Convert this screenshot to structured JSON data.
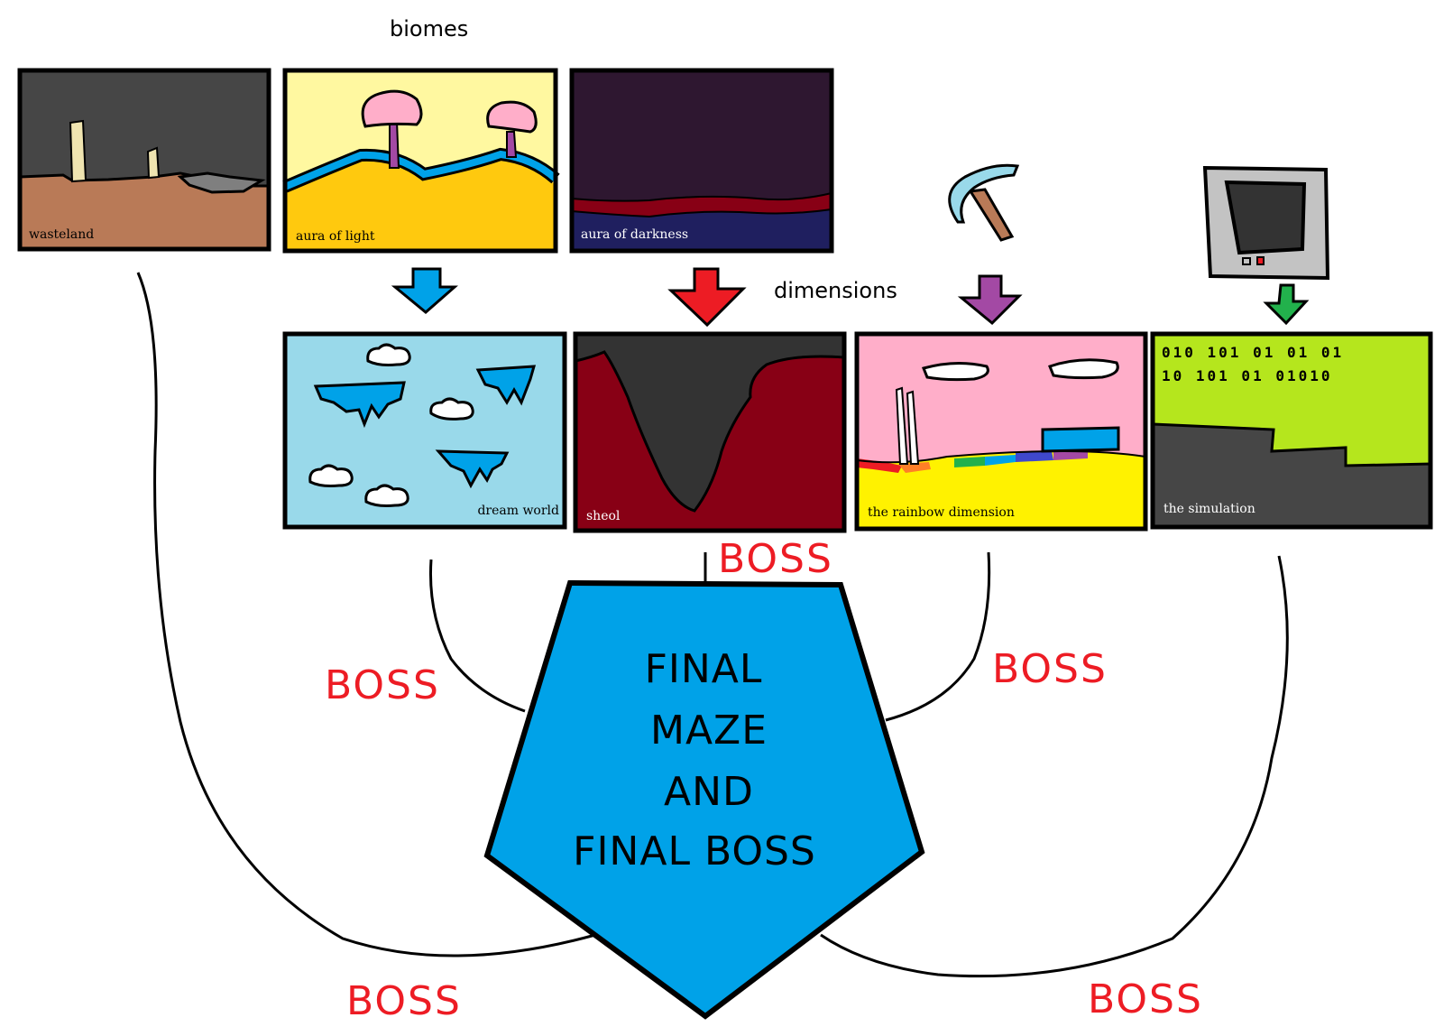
{
  "headings": {
    "biomes": "biomes",
    "dimensions": "dimensions"
  },
  "biomes": [
    {
      "label": "wasteland",
      "sky": "#464646",
      "ground": "#b97a57"
    },
    {
      "label": "aura of light",
      "sky": "#fff8a0",
      "ground": "#ffc90e"
    },
    {
      "label": "aura of darkness",
      "sky": "#2e1730",
      "ground": "#1f1f5f"
    }
  ],
  "dimensions": [
    {
      "label": "dream world",
      "bg": "#99d9ea",
      "arrow_color": "#00a2e8"
    },
    {
      "label": "sheol",
      "bg": "#880015",
      "arrow_color": "#ed1c24"
    },
    {
      "label": "the rainbow dimension",
      "bg": "#ffaec9",
      "arrow_color": "#a349a4"
    },
    {
      "label": "the simulation",
      "bg": "#b5e61d",
      "arrow_color": "#22b14c",
      "binary_rows": [
        "010 101 01 01 01",
        "10 101 01 01010"
      ]
    }
  ],
  "final": {
    "lines": [
      "FINAL",
      "MAZE",
      "AND",
      "FINAL BOSS"
    ],
    "color": "#00a2e8"
  },
  "boss_label": "BOSS",
  "boss_labels": [
    "BOSS",
    "BOSS",
    "BOSS",
    "BOSS",
    "BOSS"
  ],
  "icons": [
    "pickaxe-icon",
    "tablet-icon"
  ]
}
